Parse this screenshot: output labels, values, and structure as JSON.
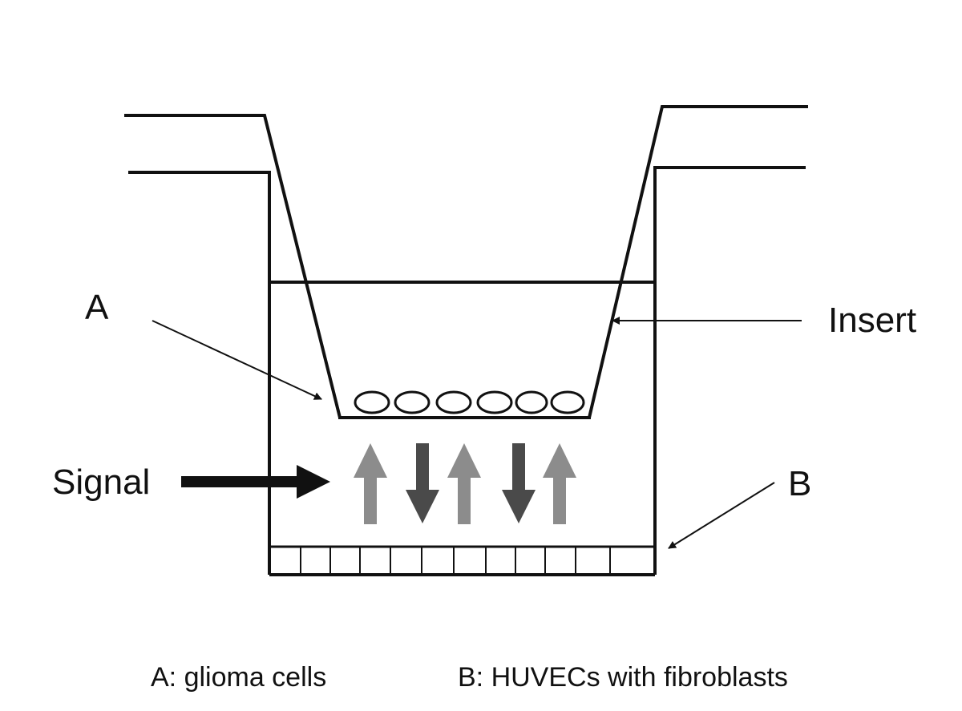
{
  "labels": {
    "a": "A",
    "insert": "Insert",
    "signal": "Signal",
    "b": "B"
  },
  "legend": {
    "a": "A:  glioma  cells",
    "b": "B:  HUVECs  with fibroblasts"
  },
  "colors": {
    "line": "#111111",
    "arrow_light": "#8c8c8c",
    "arrow_dark": "#4a4a4a",
    "background": "#ffffff"
  },
  "counts": {
    "cells": 6,
    "arrows": 5,
    "grid_cells": 12
  }
}
